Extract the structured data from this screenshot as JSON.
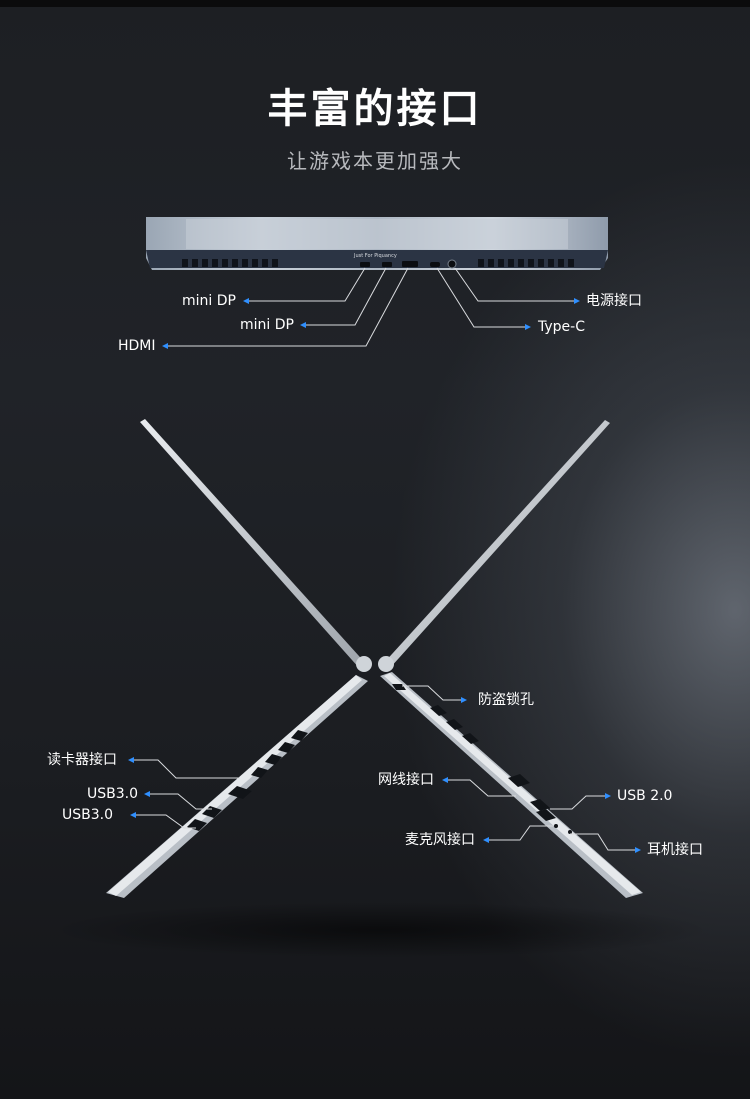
{
  "header": {
    "title": "丰富的接口",
    "subtitle": "让游戏本更加强大"
  },
  "rear_panel": {
    "brand_text": "Just For Piquancy",
    "ports": [
      {
        "id": "minidp1",
        "label": "mini DP"
      },
      {
        "id": "minidp2",
        "label": "mini DP"
      },
      {
        "id": "hdmi",
        "label": "HDMI"
      },
      {
        "id": "power",
        "label": "电源接口"
      },
      {
        "id": "typec",
        "label": "Type-C"
      }
    ]
  },
  "left_side": {
    "ports": [
      {
        "id": "cardreader",
        "label": "读卡器接口"
      },
      {
        "id": "usb30a",
        "label": "USB3.0"
      },
      {
        "id": "usb30b",
        "label": "USB3.0"
      }
    ]
  },
  "right_side": {
    "ports": [
      {
        "id": "lock",
        "label": "防盗锁孔"
      },
      {
        "id": "lan",
        "label": "网线接口"
      },
      {
        "id": "usb20",
        "label": "USB 2.0"
      },
      {
        "id": "mic",
        "label": "麦克风接口"
      },
      {
        "id": "headphone",
        "label": "耳机接口"
      }
    ]
  },
  "colors": {
    "background": "#1d1f23",
    "arrow": "#2f8fff",
    "leader_line": "#d9dbde",
    "title": "#ffffff",
    "subtitle": "#b7b9bd"
  }
}
